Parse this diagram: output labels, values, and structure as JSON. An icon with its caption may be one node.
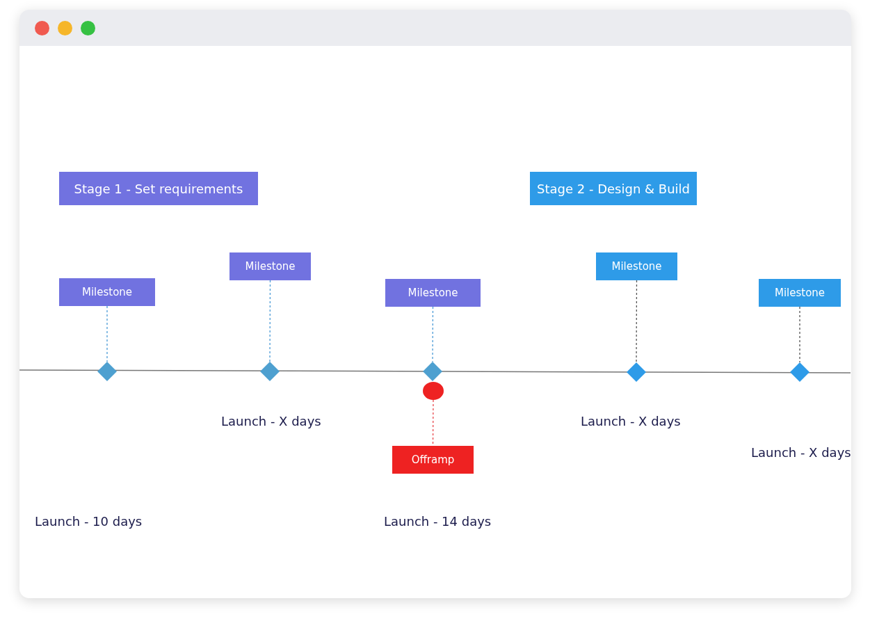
{
  "diagram": {
    "nodes": [
      {
        "text": [
          "Stage 1 - Set requirements"
        ]
      },
      {
        "text": [
          "Stage 2 - Design & Build"
        ]
      },
      {
        "text": [
          "Milestone"
        ]
      },
      {
        "text": [
          "Milestone"
        ]
      },
      {
        "text": [
          "Milestone"
        ]
      },
      {
        "text": [
          "Milestone"
        ]
      },
      {
        "text": [
          "Milestone"
        ]
      },
      {
        "text": [],
        "shape": "diamond"
      },
      {
        "text": [],
        "shape": "diamond"
      },
      {
        "text": [],
        "shape": "diamond"
      },
      {
        "text": [],
        "shape": "diamond"
      },
      {
        "text": [],
        "shape": "diamond"
      },
      {
        "text": [],
        "shape": "circle"
      },
      {
        "text": [
          "Offramp"
        ]
      }
    ],
    "edges": [
      {
        "from": 2,
        "to": 7,
        "arrow": "none",
        "style": "dashed"
      },
      {
        "from": 3,
        "to": 8,
        "arrow": "none",
        "style": "dashed"
      },
      {
        "from": 4,
        "to": 9,
        "arrow": "none",
        "style": "dashed"
      },
      {
        "from": 5,
        "to": 10,
        "arrow": "none",
        "style": "dashed",
        "color": "#555555"
      },
      {
        "from": 6,
        "to": 11,
        "arrow": "none",
        "style": "dashed",
        "color": "#555555"
      },
      {
        "from": 12,
        "to": 13,
        "arrow": "none",
        "style": "dashed",
        "color": "#e8454a"
      }
    ],
    "labels": [
      "Launch - X days",
      "Launch - X days",
      "Launch - X days",
      "Launch - 10 days",
      "Launch - 14 days"
    ]
  }
}
